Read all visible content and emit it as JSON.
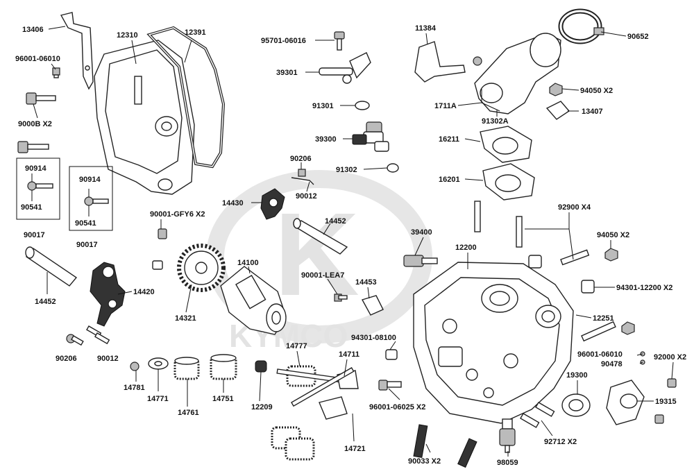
{
  "watermark": {
    "brand": "KYMCO",
    "emblem": "K"
  },
  "parts": {
    "p13406": "13406",
    "p12310": "12310",
    "p12391": "12391",
    "p96001_06010_a": "96001-06010",
    "p9000B": "9000B X2",
    "p90914_a": "90914",
    "p90541_a": "90541",
    "p90017_a": "90017",
    "p90914_b": "90914",
    "p90541_b": "90541",
    "p90017_b": "90017",
    "p14452_a": "14452",
    "p14420": "14420",
    "p90206_a": "90206",
    "p90012_a": "90012",
    "p90001_GFY6": "90001-GFY6 X2",
    "p14321": "14321",
    "p14100": "14100",
    "p14781": "14781",
    "p14771": "14771",
    "p14761": "14761",
    "p14751": "14751",
    "p12209": "12209",
    "p14777": "14777",
    "p14711": "14711",
    "p14721": "14721",
    "p95701_06016": "95701-06016",
    "p39301": "39301",
    "p91301": "91301",
    "p39300": "39300",
    "p91302": "91302",
    "p90206_b": "90206",
    "p90012_b": "90012",
    "p14430": "14430",
    "p14452_b": "14452",
    "p90001_LEA7": "90001-LEA7",
    "p14453": "14453",
    "p94301_08100": "94301-08100",
    "p39400": "39400",
    "p12200": "12200",
    "p11384": "11384",
    "p1711A": "1711A",
    "p91302A": "91302A",
    "p90652": "90652",
    "p94050_a": "94050  X2",
    "p13407": "13407",
    "p16211": "16211",
    "p16201": "16201",
    "p92900": "92900  X4",
    "p94050_b": "94050  X2",
    "p94301_12200": "94301-12200 X2",
    "p12251": "12251",
    "p96001_06010_b": "96001-06010",
    "p90478": "90478",
    "p92000": "92000 X2",
    "p19300": "19300",
    "p19315": "19315",
    "p92712": "92712  X2",
    "p96001_06025": "96001-06025 X2",
    "p90033": "90033 X2",
    "p98059": "98059"
  }
}
